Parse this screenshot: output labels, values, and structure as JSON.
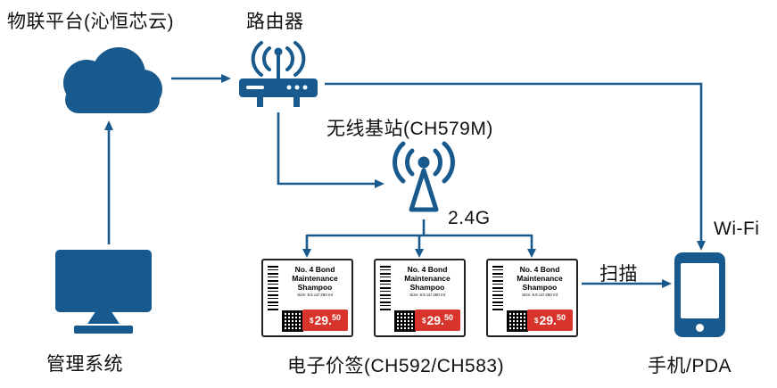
{
  "colors": {
    "primary": "#185a8d",
    "red": "#d8342c",
    "ink": "#111111"
  },
  "nodes": {
    "cloud": {
      "label": "物联平台(沁恒芯云)"
    },
    "router": {
      "label": "路由器"
    },
    "basestation": {
      "label": "无线基站(CH579M)"
    },
    "computer": {
      "label": "管理系统"
    },
    "tags": {
      "label": "电子价签(CH592/CH583)"
    },
    "phone": {
      "label": "手机/PDA"
    }
  },
  "edges": {
    "rf": "2.4G",
    "wifi": "Wi-Fi",
    "scan": "扫描"
  },
  "price_tag": {
    "title": "No. 4 Bond Maintenance Shampoo",
    "subtitle": "Size: 8.5 oz/ 250 ml",
    "currency": "$",
    "integer": "29.",
    "decimal": "50"
  }
}
